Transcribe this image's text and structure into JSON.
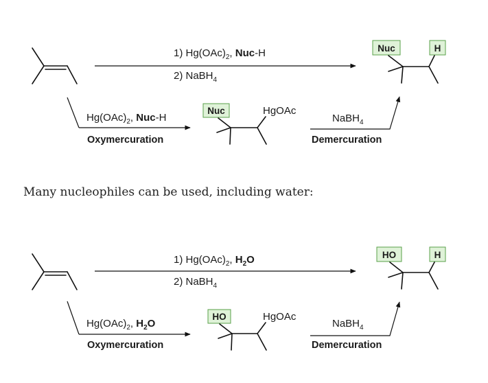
{
  "scheme1": {
    "direct_step1_prefix": "1) Hg(OAc)",
    "direct_step1_reagent": "Nuc",
    "direct_step1_suffix": "-H",
    "direct_step2_prefix": "2) NaBH",
    "sub2": "2",
    "sub4": "4",
    "oxy_reagent_prefix": "Hg(OAc)",
    "oxy_reagent_bold": "Nuc",
    "oxy_reagent_suffix": "-H",
    "oxy_label": "Oxymercuration",
    "intermediate_group": "Nuc",
    "intermediate_hg": "HgOAc",
    "demer_reagent": "NaBH",
    "demer_label": "Demercuration",
    "product_group": "Nuc",
    "product_h": "H"
  },
  "caption": "Many nucleophiles can be used, including water:",
  "scheme2": {
    "direct_step1_prefix": "1) Hg(OAc)",
    "direct_step1_reagent": "H",
    "direct_step1_reagent_sub": "2",
    "direct_step1_reagent_tail": "O",
    "direct_step2_prefix": "2) NaBH",
    "sub2": "2",
    "sub4": "4",
    "oxy_reagent_prefix": "Hg(OAc)",
    "oxy_reagent_bold": "H",
    "oxy_reagent_bold_sub": "2",
    "oxy_reagent_bold_tail": "O",
    "oxy_label": "Oxymercuration",
    "intermediate_group": "HO",
    "intermediate_hg": "HgOAc",
    "demer_reagent": "NaBH",
    "demer_label": "Demercuration",
    "product_group": "HO",
    "product_h": "H"
  },
  "colors": {
    "highlight_fill": "#dff2d8",
    "highlight_stroke": "#5aa04a"
  }
}
